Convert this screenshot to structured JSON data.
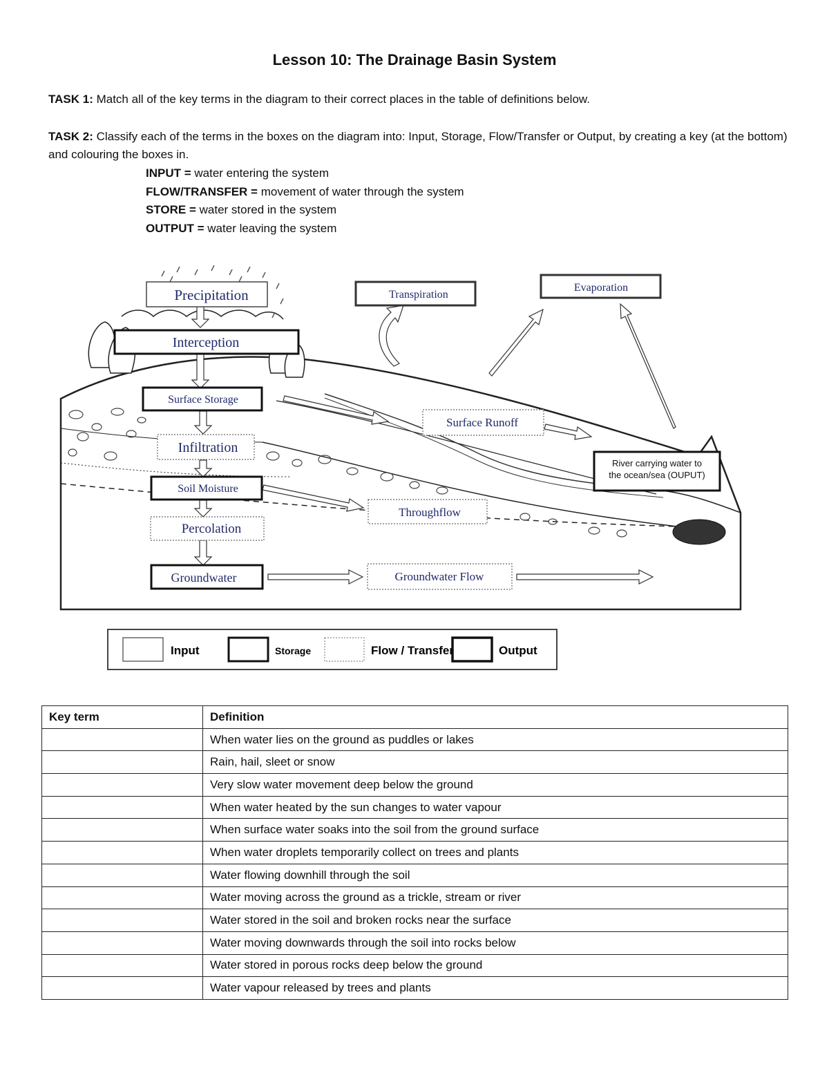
{
  "title": "Lesson 10: The Drainage Basin System",
  "task1": {
    "label": "TASK 1:",
    "text": "Match all of the key terms in the diagram to their correct places in the table of definitions below."
  },
  "task2": {
    "label": "TASK 2:",
    "text": "Classify each of the terms in the boxes on the diagram into: Input, Storage, Flow/Transfer or Output, by creating a key (at the bottom) and colouring the boxes in."
  },
  "categories": [
    {
      "term": "INPUT =",
      "desc": "water entering the system"
    },
    {
      "term": "FLOW/TRANSFER =",
      "desc": "movement of water through the system"
    },
    {
      "term": "STORE =",
      "desc": "water stored in the system"
    },
    {
      "term": "OUTPUT =",
      "desc": "water leaving the system"
    }
  ],
  "diagram": {
    "boxes": {
      "precipitation": "Precipitation",
      "interception": "Interception",
      "surface_storage": "Surface Storage",
      "infiltration": "Infiltration",
      "soil_moisture": "Soil Moisture",
      "percolation": "Percolation",
      "groundwater": "Groundwater",
      "transpiration": "Transpiration",
      "evaporation": "Evaporation",
      "surface_runoff": "Surface Runoff",
      "throughflow": "Throughflow",
      "groundwater_flow": "Groundwater Flow",
      "river_line1": "River carrying water to",
      "river_line2": "the ocean/sea (OUPUT)"
    },
    "key": {
      "input": "Input",
      "storage": "Storage",
      "flow": "Flow / Transfer",
      "output": "Output"
    }
  },
  "table": {
    "headers": [
      "Key term",
      "Definition"
    ],
    "rows": [
      "When water lies on the ground as puddles or lakes",
      "Rain, hail, sleet or snow",
      "Very slow water movement deep below the ground",
      "When water heated by the sun changes to water vapour",
      "When surface water soaks into the soil from the ground surface",
      "When water droplets temporarily collect on trees and plants",
      "Water flowing downhill through the soil",
      "Water moving across the ground as a trickle, stream or river",
      "Water stored in the soil and broken rocks near the surface",
      "Water moving downwards through the soil into rocks below",
      "Water stored in porous rocks deep below the ground",
      "Water vapour released by trees and plants"
    ]
  }
}
